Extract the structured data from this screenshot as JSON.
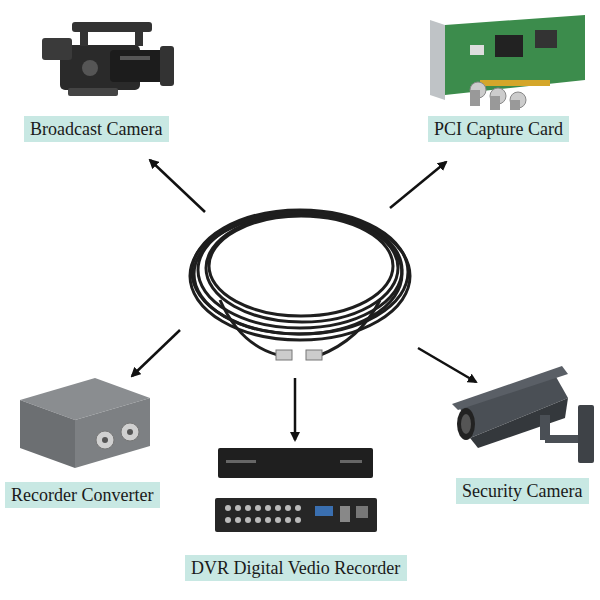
{
  "diagram": {
    "nodes": [
      {
        "text": [
          "Broadcast Camera"
        ]
      },
      {
        "text": [
          "PCI Capture Card"
        ]
      },
      {
        "text": [
          "Recorder Converter"
        ]
      },
      {
        "text": [
          "Security Camera"
        ]
      },
      {
        "text": [
          "DVR Digital Vedio Recorder"
        ]
      }
    ]
  }
}
